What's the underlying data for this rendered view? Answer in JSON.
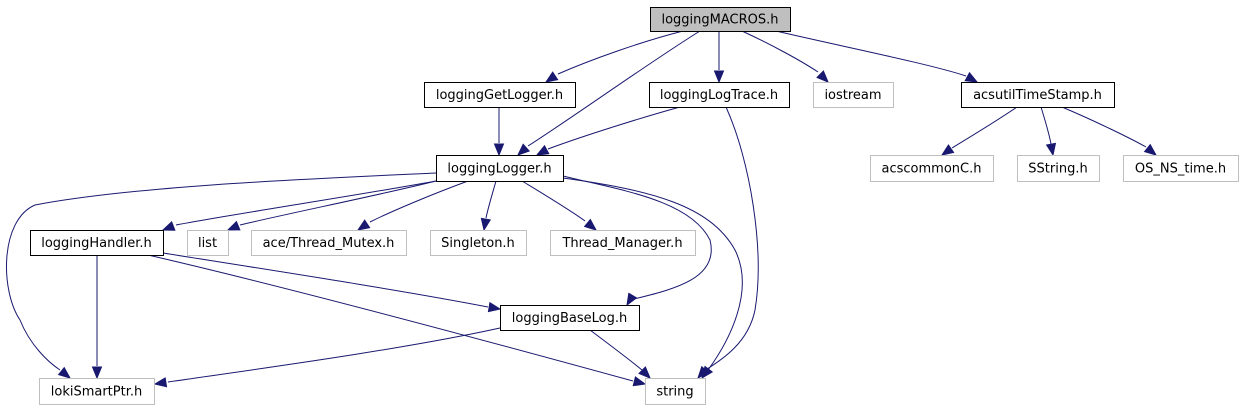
{
  "diagram": {
    "type": "include-dependency-graph",
    "root": "loggingMACROS.h",
    "colors": {
      "edge": "#191970",
      "root_fill": "#bfbfbf",
      "documented_border": "#000000",
      "external_border": "#bfbfbf"
    },
    "nodes": [
      {
        "id": "macros",
        "label": "loggingMACROS.h",
        "kind": "root"
      },
      {
        "id": "getlogger",
        "label": "loggingGetLogger.h",
        "kind": "documented"
      },
      {
        "id": "logtrace",
        "label": "loggingLogTrace.h",
        "kind": "documented"
      },
      {
        "id": "iostream",
        "label": "iostream",
        "kind": "external"
      },
      {
        "id": "timestamp",
        "label": "acsutilTimeStamp.h",
        "kind": "documented"
      },
      {
        "id": "logger",
        "label": "loggingLogger.h",
        "kind": "documented"
      },
      {
        "id": "acscommon",
        "label": "acscommonC.h",
        "kind": "external"
      },
      {
        "id": "sstring",
        "label": "SString.h",
        "kind": "external"
      },
      {
        "id": "osnstime",
        "label": "OS_NS_time.h",
        "kind": "external"
      },
      {
        "id": "handler",
        "label": "loggingHandler.h",
        "kind": "documented"
      },
      {
        "id": "list",
        "label": "list",
        "kind": "external"
      },
      {
        "id": "mutex",
        "label": "ace/Thread_Mutex.h",
        "kind": "external"
      },
      {
        "id": "singleton",
        "label": "Singleton.h",
        "kind": "external"
      },
      {
        "id": "threadmgr",
        "label": "Thread_Manager.h",
        "kind": "external"
      },
      {
        "id": "baselog",
        "label": "loggingBaseLog.h",
        "kind": "documented"
      },
      {
        "id": "loki",
        "label": "lokiSmartPtr.h",
        "kind": "external"
      },
      {
        "id": "string",
        "label": "string",
        "kind": "external"
      }
    ],
    "edges": [
      {
        "from": "macros",
        "to": "getlogger"
      },
      {
        "from": "macros",
        "to": "logger"
      },
      {
        "from": "macros",
        "to": "logtrace"
      },
      {
        "from": "macros",
        "to": "iostream"
      },
      {
        "from": "macros",
        "to": "timestamp"
      },
      {
        "from": "getlogger",
        "to": "logger"
      },
      {
        "from": "logtrace",
        "to": "logger"
      },
      {
        "from": "logtrace",
        "to": "string"
      },
      {
        "from": "timestamp",
        "to": "acscommon"
      },
      {
        "from": "timestamp",
        "to": "sstring"
      },
      {
        "from": "timestamp",
        "to": "osnstime"
      },
      {
        "from": "logger",
        "to": "handler"
      },
      {
        "from": "logger",
        "to": "list"
      },
      {
        "from": "logger",
        "to": "mutex"
      },
      {
        "from": "logger",
        "to": "singleton"
      },
      {
        "from": "logger",
        "to": "threadmgr"
      },
      {
        "from": "logger",
        "to": "baselog"
      },
      {
        "from": "logger",
        "to": "loki"
      },
      {
        "from": "logger",
        "to": "string"
      },
      {
        "from": "handler",
        "to": "loki"
      },
      {
        "from": "handler",
        "to": "baselog"
      },
      {
        "from": "handler",
        "to": "string"
      },
      {
        "from": "baselog",
        "to": "loki"
      },
      {
        "from": "baselog",
        "to": "string"
      }
    ]
  }
}
